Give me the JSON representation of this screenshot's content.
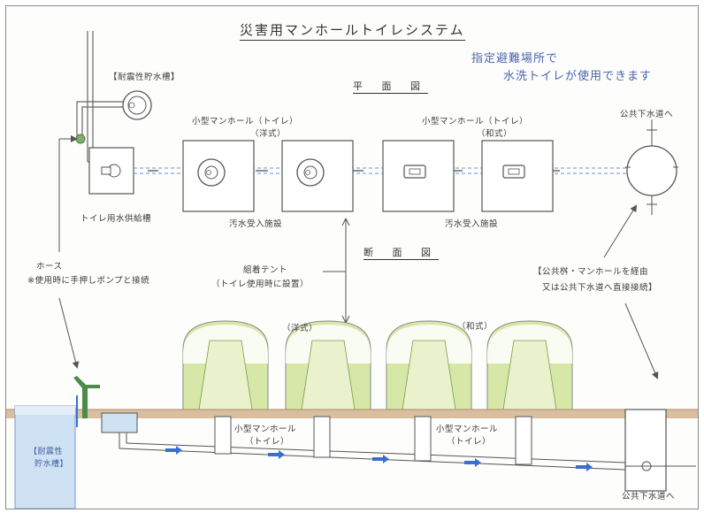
{
  "title": "災害用マンホールトイレシステム",
  "subtitle": {
    "line1": "指定避難場所で",
    "line2": "水洗トイレが使用できます"
  },
  "plan_view": {
    "heading": "平 面 図",
    "tank_top": "【耐震性貯水槽】",
    "supply_tank": "トイレ用水供給槽",
    "western": {
      "title": "小型マンホール（トイレ）",
      "type": "（洋式）"
    },
    "japanese": {
      "title": "小型マンホール（トイレ）",
      "type": "（和式）"
    },
    "sewage_facility_1": "汚水受入施設",
    "sewage_facility_2": "汚水受入施設",
    "to_sewer": "公共下水道へ"
  },
  "section_view": {
    "heading": "断 面 図",
    "hose": "ホース",
    "hose_note": "※使用時に手押しポンプと接続",
    "tent": "組着テント",
    "tent_note": "（トイレ使用時に設置）",
    "sewer_note_1": "【公共桝・マンホールを経由",
    "sewer_note_2": "又は公共下水道へ直接接続】",
    "western_type": "（洋式）",
    "japanese_type": "（和式）",
    "manhole_1": "小型マンホール",
    "manhole_1_sub": "（トイレ）",
    "manhole_2": "小型マンホール",
    "manhole_2_sub": "（トイレ）",
    "tank_1": "【耐震性",
    "tank_2": "貯水槽】",
    "to_sewer": "公共下水道へ"
  },
  "colors": {
    "tent_fill": "#d6e7a8",
    "tent_inner": "#e9f2cc",
    "ground": "#d9bfa0",
    "water_tank": "#cfe2f3",
    "pipe": "#3a6fcf",
    "pump": "#4b8a4b",
    "outline": "#555555"
  },
  "icons": [
    "flow-arrow-icon",
    "hand-pump-icon",
    "manhole-icon"
  ]
}
